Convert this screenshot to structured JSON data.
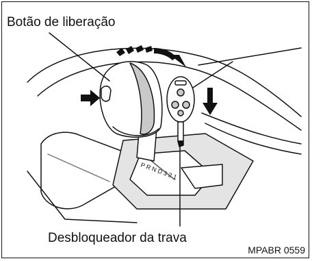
{
  "labels": {
    "release_button": "Botão de liberação",
    "shift_lock_release": "Desbloqueador da trava",
    "figure_code": "MPABR 0559"
  },
  "colors": {
    "line": "#111111",
    "shade": "#c9c9c9",
    "light": "#e4e4e4",
    "white": "#ffffff"
  }
}
